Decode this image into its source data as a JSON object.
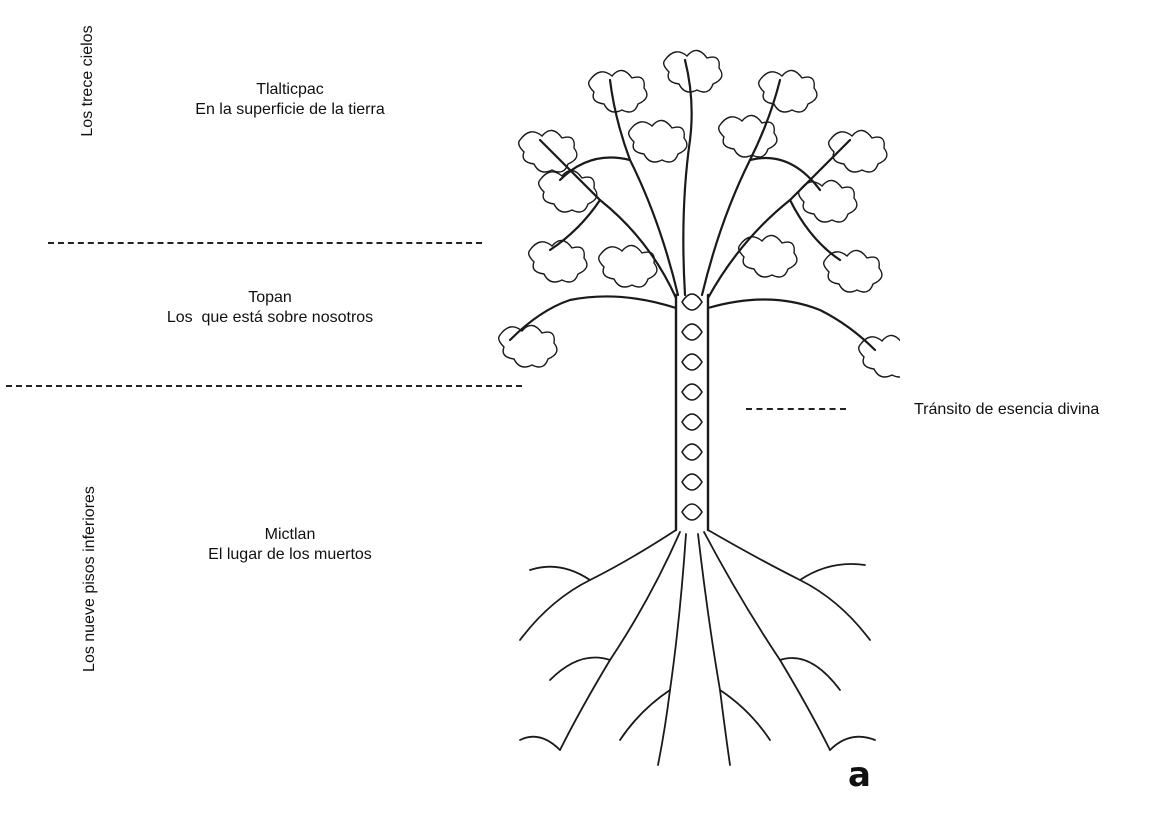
{
  "side_labels": {
    "upper": "Los trece cielos",
    "lower": "Los nueve pisos inferiores"
  },
  "regions": {
    "tlalticpac": {
      "name": "Tlalticpac",
      "desc": "En la superficie de la tierra"
    },
    "topan": {
      "name": "Topan",
      "desc": "Los  que está sobre nosotros"
    },
    "mictlan": {
      "name": "Mictlan",
      "desc": "El lugar de los muertos"
    }
  },
  "trunk_note": "Tránsito de esencia divina",
  "figure_letter": "a"
}
